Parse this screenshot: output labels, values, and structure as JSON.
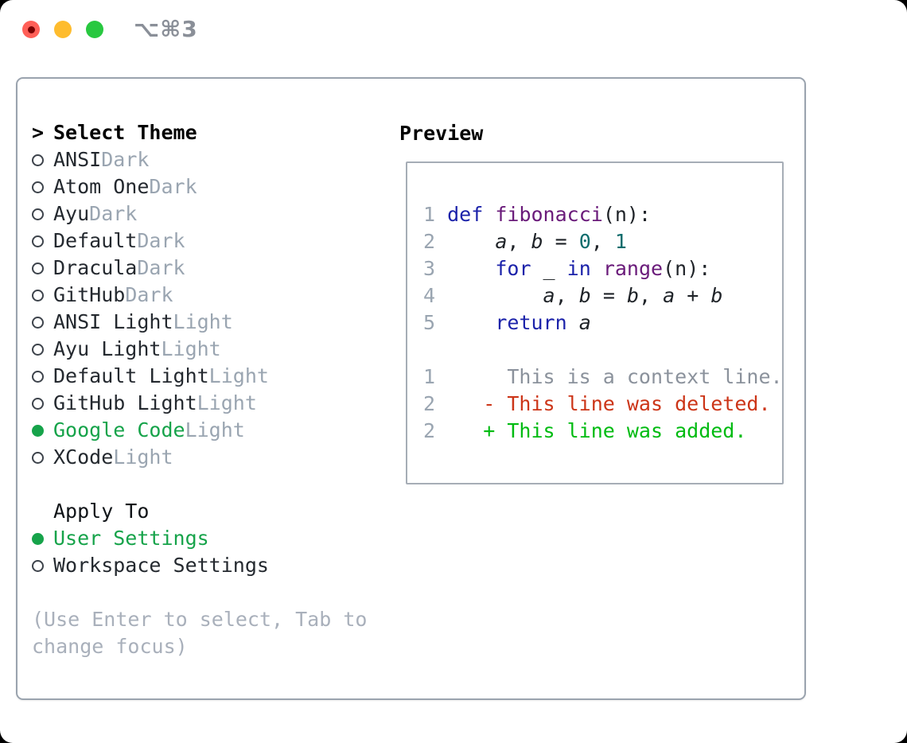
{
  "window": {
    "title": "⌥⌘3"
  },
  "theme_selector": {
    "prompt": ">",
    "title": "Select Theme",
    "themes": [
      {
        "name": "ANSI",
        "variant": "Dark",
        "selected": false
      },
      {
        "name": "Atom One",
        "variant": "Dark",
        "selected": false
      },
      {
        "name": "Ayu",
        "variant": "Dark",
        "selected": false
      },
      {
        "name": "Default",
        "variant": "Dark",
        "selected": false
      },
      {
        "name": "Dracula",
        "variant": "Dark",
        "selected": false
      },
      {
        "name": "GitHub",
        "variant": "Dark",
        "selected": false
      },
      {
        "name": "ANSI Light",
        "variant": "Light",
        "selected": false
      },
      {
        "name": "Ayu Light",
        "variant": "Light",
        "selected": false
      },
      {
        "name": "Default Light",
        "variant": "Light",
        "selected": false
      },
      {
        "name": "GitHub Light",
        "variant": "Light",
        "selected": false
      },
      {
        "name": "Google Code",
        "variant": "Light",
        "selected": true
      },
      {
        "name": "XCode",
        "variant": "Light",
        "selected": false
      }
    ]
  },
  "apply_to": {
    "title": "Apply To",
    "options": [
      {
        "label": "User Settings",
        "selected": true
      },
      {
        "label": "Workspace Settings",
        "selected": false
      }
    ]
  },
  "hint": {
    "lines": [
      "(Use Enter to select, Tab to",
      "change focus)"
    ]
  },
  "preview": {
    "title": "Preview",
    "code_lines": [
      {
        "num": "1",
        "tokens": [
          {
            "t": "def",
            "c": "kw"
          },
          {
            "t": " ",
            "c": "pl"
          },
          {
            "t": "fibonacci",
            "c": "fn"
          },
          {
            "t": "(n):",
            "c": "pl"
          }
        ]
      },
      {
        "num": "2",
        "tokens": [
          {
            "t": "    ",
            "c": "pl"
          },
          {
            "t": "a",
            "c": "var"
          },
          {
            "t": ", ",
            "c": "pl"
          },
          {
            "t": "b",
            "c": "var"
          },
          {
            "t": " = ",
            "c": "pl"
          },
          {
            "t": "0",
            "c": "lit"
          },
          {
            "t": ", ",
            "c": "pl"
          },
          {
            "t": "1",
            "c": "lit"
          }
        ]
      },
      {
        "num": "3",
        "tokens": [
          {
            "t": "    ",
            "c": "pl"
          },
          {
            "t": "for",
            "c": "kw"
          },
          {
            "t": " _ ",
            "c": "pl"
          },
          {
            "t": "in",
            "c": "kw"
          },
          {
            "t": " ",
            "c": "pl"
          },
          {
            "t": "range",
            "c": "fn"
          },
          {
            "t": "(n):",
            "c": "pl"
          }
        ]
      },
      {
        "num": "4",
        "tokens": [
          {
            "t": "        ",
            "c": "pl"
          },
          {
            "t": "a",
            "c": "var"
          },
          {
            "t": ", ",
            "c": "pl"
          },
          {
            "t": "b",
            "c": "var"
          },
          {
            "t": " = ",
            "c": "pl"
          },
          {
            "t": "b",
            "c": "var"
          },
          {
            "t": ", ",
            "c": "pl"
          },
          {
            "t": "a",
            "c": "var"
          },
          {
            "t": " + ",
            "c": "pl"
          },
          {
            "t": "b",
            "c": "var"
          }
        ]
      },
      {
        "num": "5",
        "tokens": [
          {
            "t": "    ",
            "c": "pl"
          },
          {
            "t": "return",
            "c": "kw"
          },
          {
            "t": " ",
            "c": "pl"
          },
          {
            "t": "a",
            "c": "var"
          }
        ]
      }
    ],
    "diff_lines": [
      {
        "num": "1",
        "marker": " ",
        "text": "This is a context line.",
        "kind": "context"
      },
      {
        "num": "2",
        "marker": "-",
        "text": "This line was deleted.",
        "kind": "deleted"
      },
      {
        "num": "2",
        "marker": "+",
        "text": "This line was added.",
        "kind": "added"
      }
    ]
  },
  "colors": {
    "accent_green": "#16a34a",
    "keyword_blue": "#1c23aa",
    "function_purple": "#6a1b7a",
    "literal_teal": "#0b6c6c",
    "plain": "#1f2328",
    "line_number": "#9aa5b1",
    "variant_gray": "#9aa5b1",
    "hint_gray": "#a9b0bb",
    "context_gray": "#8b929c",
    "deleted_red": "#cc3518",
    "added_green": "#00bb11",
    "border_gray": "#9aa3ae",
    "preview_border": "#a6adb6",
    "text_dark": "#24292f",
    "title_gray": "#8a8f98",
    "radio_outline": "#3d434b",
    "traffic_red": "#ff5f57",
    "traffic_red_dot": "#7a0000",
    "traffic_yellow": "#febc2e",
    "traffic_green": "#28c840"
  }
}
